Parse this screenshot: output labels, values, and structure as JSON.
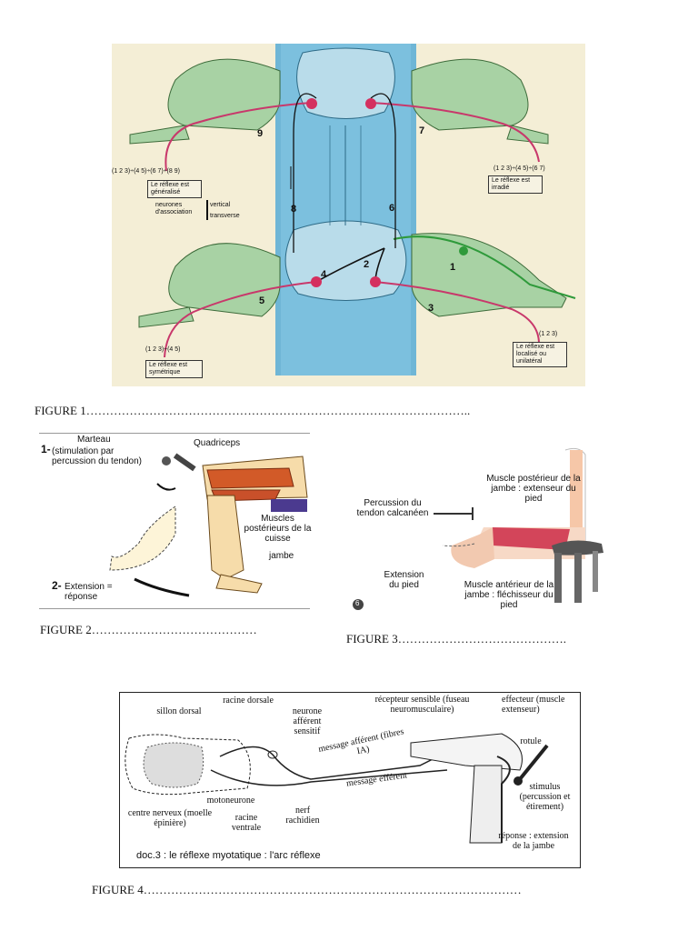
{
  "figure1": {
    "caption": "FIGURE 1……………………………………………………………………………………..",
    "numbers": {
      "n1": "1",
      "n2": "2",
      "n3": "3",
      "n4": "4",
      "n5": "5",
      "n6": "6",
      "n7": "7",
      "n8": "8",
      "n9": "9"
    },
    "seq_left_top": "(1  2  3)÷(4  5)÷(6  7)÷(8  9)",
    "seq_right_top": "(1  2  3)÷(4  5)÷(6  7)",
    "seq_left_bottom": "(1  2  3)÷(4  5)",
    "seq_right_bottom": "(1  2  3)",
    "box_generalise": "Le réflexe est généralisé",
    "box_irradie": "Le réflexe est irradié",
    "box_symetrique": "Le réflexe est symétrique",
    "box_localise": "Le réflexe est localisé ou unilatéral",
    "neurones_label": "neurones d'association",
    "vertical_label": "vertical",
    "transverse_label": "transverse"
  },
  "figure2": {
    "caption": "FIGURE 2……………………………………",
    "marteau": "Marteau",
    "step1_num": "1-",
    "step1": "(stimulation par percussion du tendon)",
    "quadriceps": "Quadriceps",
    "muscles": "Muscles postérieurs de la cuisse",
    "jambe": "jambe",
    "step2_num": "2-",
    "step2": "Extension = réponse"
  },
  "figure3": {
    "caption": "FIGURE 3…………………………………….",
    "muscle_post": "Muscle postérieur de la jambe : extenseur du pied",
    "percussion": "Percussion du tendon calcanéen",
    "extension": "Extension du pied",
    "muscle_ant": "Muscle antérieur de la jambe : fléchisseur du pied",
    "badge": "6"
  },
  "figure4": {
    "caption": "FIGURE 4……………………………………………………………………………………",
    "sillon": "sillon dorsal",
    "racine_dorsale": "racine dorsale",
    "neurone": "neurone afférent sensitif",
    "recepteur": "récepteur sensible (fuseau neuromusculaire)",
    "effecteur": "effecteur (muscle extenseur)",
    "rotule": "rotule",
    "message_afferent": "message afférent (fibres IA)",
    "message_efferent": "message efférent",
    "motoneurone": "motoneurone",
    "centre": "centre nerveux (moelle épinière)",
    "racine_ventrale": "racine ventrale",
    "nerf": "nerf rachidien",
    "stimulus": "stimulus (percussion et étirement)",
    "reponse": "réponse : extension de la jambe",
    "doc_title": "doc.3 : le réflexe myotatique : l'arc réflexe"
  }
}
